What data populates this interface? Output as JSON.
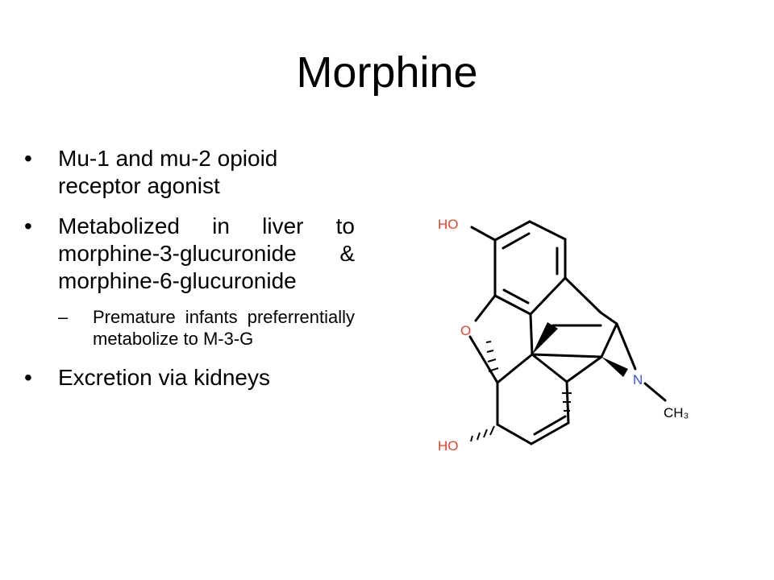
{
  "slide": {
    "title": "Morphine",
    "bullets": [
      {
        "marker": "•",
        "text": "Mu-1 and mu-2 opioid receptor agonist"
      },
      {
        "marker": "•",
        "text": "Metabolized in liver to morphine-3-glucuronide & morphine-6-glucuronide"
      },
      {
        "marker": "•",
        "text": "Excretion via kidneys"
      }
    ],
    "sub_bullets": [
      {
        "marker": "–",
        "text": "Premature infants preferrentially metabolize to M-3-G"
      }
    ]
  },
  "structure": {
    "atoms": {
      "ho_top": "HO",
      "o_ring": "O",
      "n": "N",
      "ch3": "CH₃",
      "ho_bottom": "HO"
    },
    "colors": {
      "oxygen": "#e8432f",
      "nitrogen": "#3a52d6",
      "bond": "#000000"
    }
  }
}
